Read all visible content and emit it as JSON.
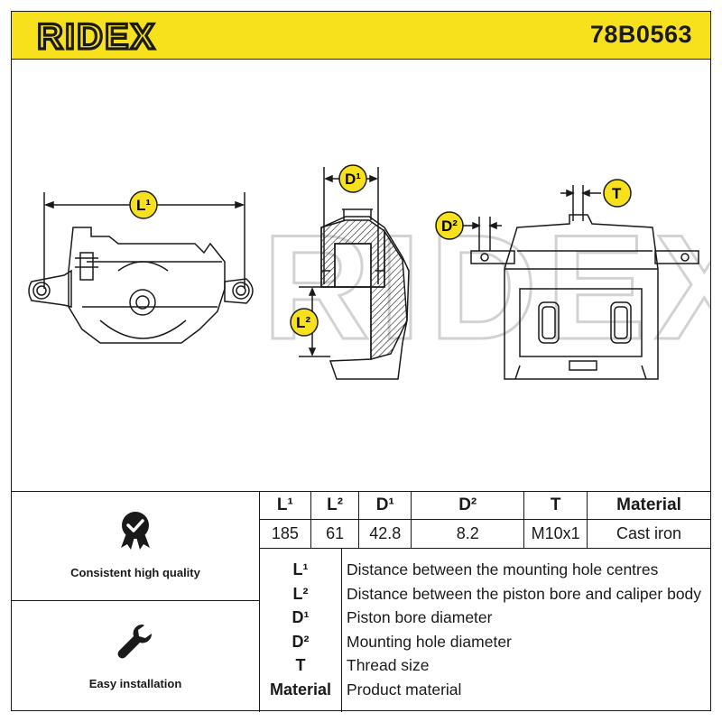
{
  "header": {
    "brand": "RIDEX",
    "part_number": "78B0563",
    "background_color": "#f7e11c"
  },
  "drawing": {
    "watermark": "RIDEX",
    "labels": {
      "l1": "L¹",
      "l2": "L²",
      "d1": "D¹",
      "d2": "D²",
      "t": "T"
    },
    "label_badge_color": "#f7e11c"
  },
  "features": [
    {
      "icon": "quality-badge-icon",
      "label": "Consistent high quality"
    },
    {
      "icon": "wrench-icon",
      "label": "Easy installation"
    }
  ],
  "spec_table": {
    "headers": [
      "L¹",
      "L²",
      "D¹",
      "D²",
      "T",
      "Material"
    ],
    "values": [
      "185",
      "61",
      "42.8",
      "8.2",
      "M10x1",
      "Cast iron"
    ]
  },
  "legend": [
    {
      "symbol": "L¹",
      "description": "Distance between the mounting hole centres"
    },
    {
      "symbol": "L²",
      "description": "Distance between the piston bore and caliper body"
    },
    {
      "symbol": "D¹",
      "description": "Piston bore diameter"
    },
    {
      "symbol": "D²",
      "description": "Mounting hole diameter"
    },
    {
      "symbol": "T",
      "description": "Thread size"
    },
    {
      "symbol": "Material",
      "description": "Product material"
    }
  ]
}
